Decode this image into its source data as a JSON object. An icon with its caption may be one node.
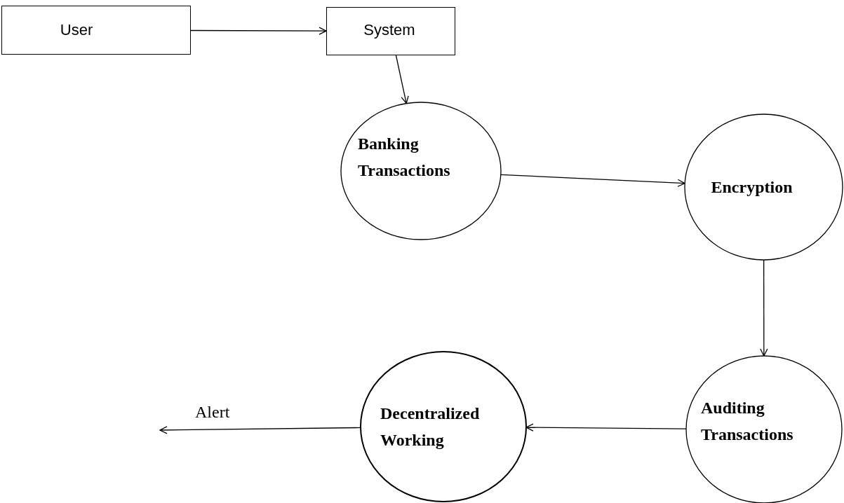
{
  "diagram": {
    "nodes": [
      {
        "text": [
          "User"
        ]
      },
      {
        "text": [
          "System"
        ]
      },
      {
        "text": [
          "Banking Transactions"
        ]
      },
      {
        "text": [
          "Encryption"
        ]
      },
      {
        "text": [
          "Auditing Transactions"
        ]
      },
      {
        "text": [
          "Decentralized Working"
        ]
      }
    ],
    "edges": [
      {
        "from": 0,
        "to": 1,
        "arrow": "to"
      },
      {
        "from": 1,
        "to": 2,
        "arrow": "to"
      },
      {
        "from": 2,
        "to": 3,
        "arrow": "to"
      },
      {
        "from": 3,
        "to": 4,
        "arrow": "to"
      },
      {
        "from": 4,
        "to": 5,
        "arrow": "to"
      },
      {
        "from": 5,
        "to": null,
        "arrow": "to",
        "label": "Alert"
      }
    ]
  }
}
